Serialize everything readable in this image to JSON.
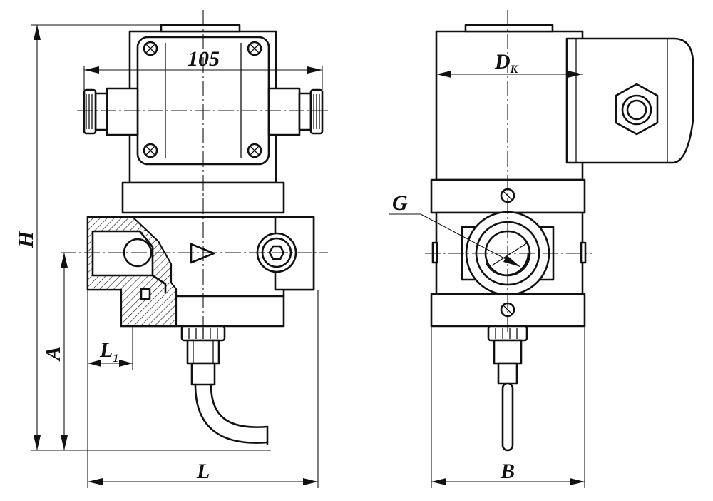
{
  "dimensions": {
    "overall_height": "H",
    "overall_length": "L",
    "width": "B",
    "axis_height": "A",
    "thread": "G",
    "enclosure_width": "105",
    "coil_diameter_main": "D",
    "coil_diameter_sub": "K",
    "thread_length_main": "L",
    "thread_length_sub": "1"
  }
}
